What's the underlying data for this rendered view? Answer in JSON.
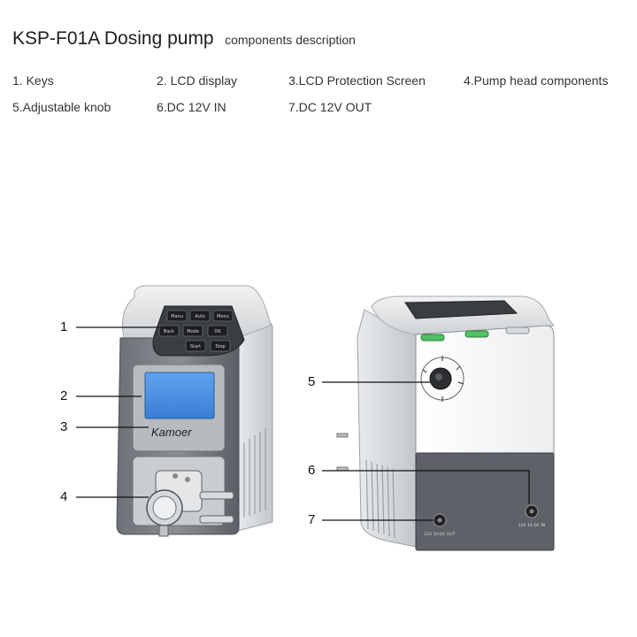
{
  "title": {
    "main": "KSP-F01A Dosing pump",
    "sub": "components description"
  },
  "legend": [
    "1. Keys",
    "2. LCD display",
    "3.LCD Protection Screen",
    "4.Pump head components",
    "5.Adjustable knob",
    "6.DC 12V IN",
    "7.DC 12V OUT"
  ],
  "callouts": [
    "1",
    "2",
    "3",
    "4",
    "5",
    "6",
    "7"
  ],
  "brand": "Kamoer",
  "keypad_labels": [
    "Manu",
    "Auto",
    "Menu",
    "Back",
    "Mode",
    "OK",
    "Start",
    "Stop"
  ],
  "port_labels": {
    "out": "12V 1A DC OUT",
    "in": "12V 1A DC IN"
  },
  "colors": {
    "lcd": "#4a8fe0",
    "body_dark": "#5b6068",
    "body_light": "#d9dcdf",
    "accent_green": "#4fc264"
  }
}
